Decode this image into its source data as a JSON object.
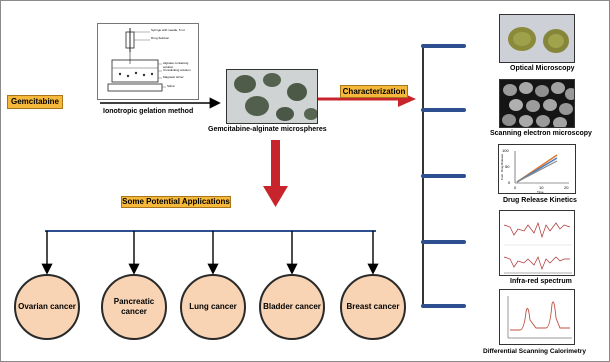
{
  "labels": {
    "gemcitabine": "Gemcitabine",
    "ionotropic": "Ionotropic gelation method",
    "microspheres": "Gemcitabine-alginate microspheres",
    "characterization": "Characterization",
    "applications": "Some Potential Applications"
  },
  "cancers": [
    "Ovarian cancer",
    "Pancreatic cancer",
    "Lung cancer",
    "Bladder cancer",
    "Breast cancer"
  ],
  "methods": [
    "Optical Microscopy",
    "Scanning electron microscopy",
    "Drug Release Kinetics",
    "Infra-red spectrum",
    "Differential Scanning Calorimetry"
  ],
  "apparatus_labels": [
    "Syringe with needle, 5 ml",
    "Drug Solution",
    "Alginate containing solution",
    "Crosslinking solution",
    "Magnetic stirrer",
    "Stirrer"
  ],
  "release_chart": {
    "ylabel": "Cum. Drug Release",
    "xlabel": "Time",
    "yticks": [
      "100",
      "50",
      "0"
    ],
    "xticks": [
      "0",
      "10",
      "20"
    ]
  },
  "colors": {
    "tag_fill": "#f5b83a",
    "arrow_red": "#c8242c",
    "connector_blue": "#2e4f8f",
    "circle_fill": "#f8d4b4"
  }
}
